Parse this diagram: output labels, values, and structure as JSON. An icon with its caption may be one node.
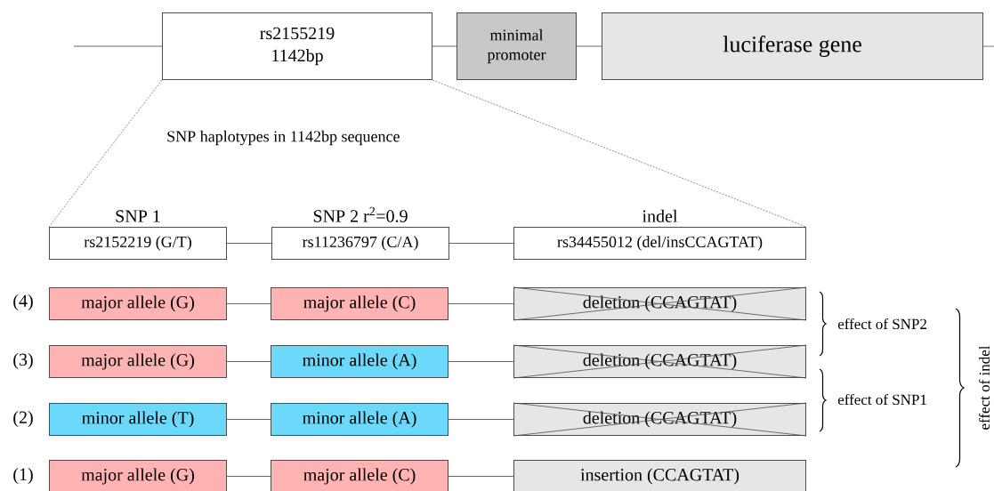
{
  "diagram": {
    "nodes": [
      {
        "text": [
          "rs2155219 1142bp"
        ]
      },
      {
        "text": [
          "minimal promoter"
        ]
      },
      {
        "text": [
          "luciferase gene"
        ]
      },
      {
        "text": [
          "SNP 1",
          "rs2152219 (G/T)"
        ]
      },
      {
        "text": [
          "SNP 2 r$^{2}$=0.9",
          "rs11236797 (C/A)"
        ]
      },
      {
        "text": [
          "indel",
          "rs34455012 (del/insCCAGTAT)"
        ]
      },
      {
        "text": [
          "major allele (G)"
        ]
      },
      {
        "text": [
          "major allele (C)"
        ]
      },
      {
        "text": [
          "deletion (CCAGTAT)"
        ]
      },
      {
        "text": [
          "major allele (G)"
        ]
      },
      {
        "text": [
          "minor allele (A)"
        ]
      },
      {
        "text": [
          "deletion (CCAGTAT)"
        ]
      },
      {
        "text": [
          "minor allele (T)"
        ]
      },
      {
        "text": [
          "minor allele (A)"
        ]
      },
      {
        "text": [
          "deletion (CCAGTAT)"
        ]
      },
      {
        "text": [
          "major allele (G)"
        ]
      },
      {
        "text": [
          "major allele (C)"
        ]
      },
      {
        "text": [
          "insertion (CCAGTAT)"
        ]
      }
    ],
    "edges": [
      {
        "from": null,
        "to": 0,
        "arrow": "none"
      },
      {
        "from": 0,
        "to": 1,
        "arrow": "none"
      },
      {
        "from": 1,
        "to": 2,
        "arrow": "none"
      },
      {
        "from": 2,
        "to": null,
        "arrow": "none"
      },
      {
        "from": 0,
        "to": 3,
        "arrow": "none",
        "style": "dashed"
      },
      {
        "from": 0,
        "to": 5,
        "arrow": "none",
        "style": "dashed"
      },
      {
        "from": 3,
        "to": 4,
        "arrow": "none"
      },
      {
        "from": 4,
        "to": 5,
        "arrow": "none"
      },
      {
        "from": 6,
        "to": 7,
        "arrow": "none"
      },
      {
        "from": 7,
        "to": 8,
        "arrow": "none"
      },
      {
        "from": 9,
        "to": 10,
        "arrow": "none"
      },
      {
        "from": 10,
        "to": 11,
        "arrow": "none"
      },
      {
        "from": 12,
        "to": 13,
        "arrow": "none"
      },
      {
        "from": 13,
        "to": 14,
        "arrow": "none"
      },
      {
        "from": 15,
        "to": 16,
        "arrow": "none"
      },
      {
        "from": 16,
        "to": 17,
        "arrow": "none"
      }
    ],
    "labels": [
      "SNP haplotypes in 1142bp sequence",
      "(4)",
      "effect of SNP2",
      "(3)",
      "effect of indel",
      "effect of SNP1",
      "(2)",
      "(1)"
    ]
  }
}
